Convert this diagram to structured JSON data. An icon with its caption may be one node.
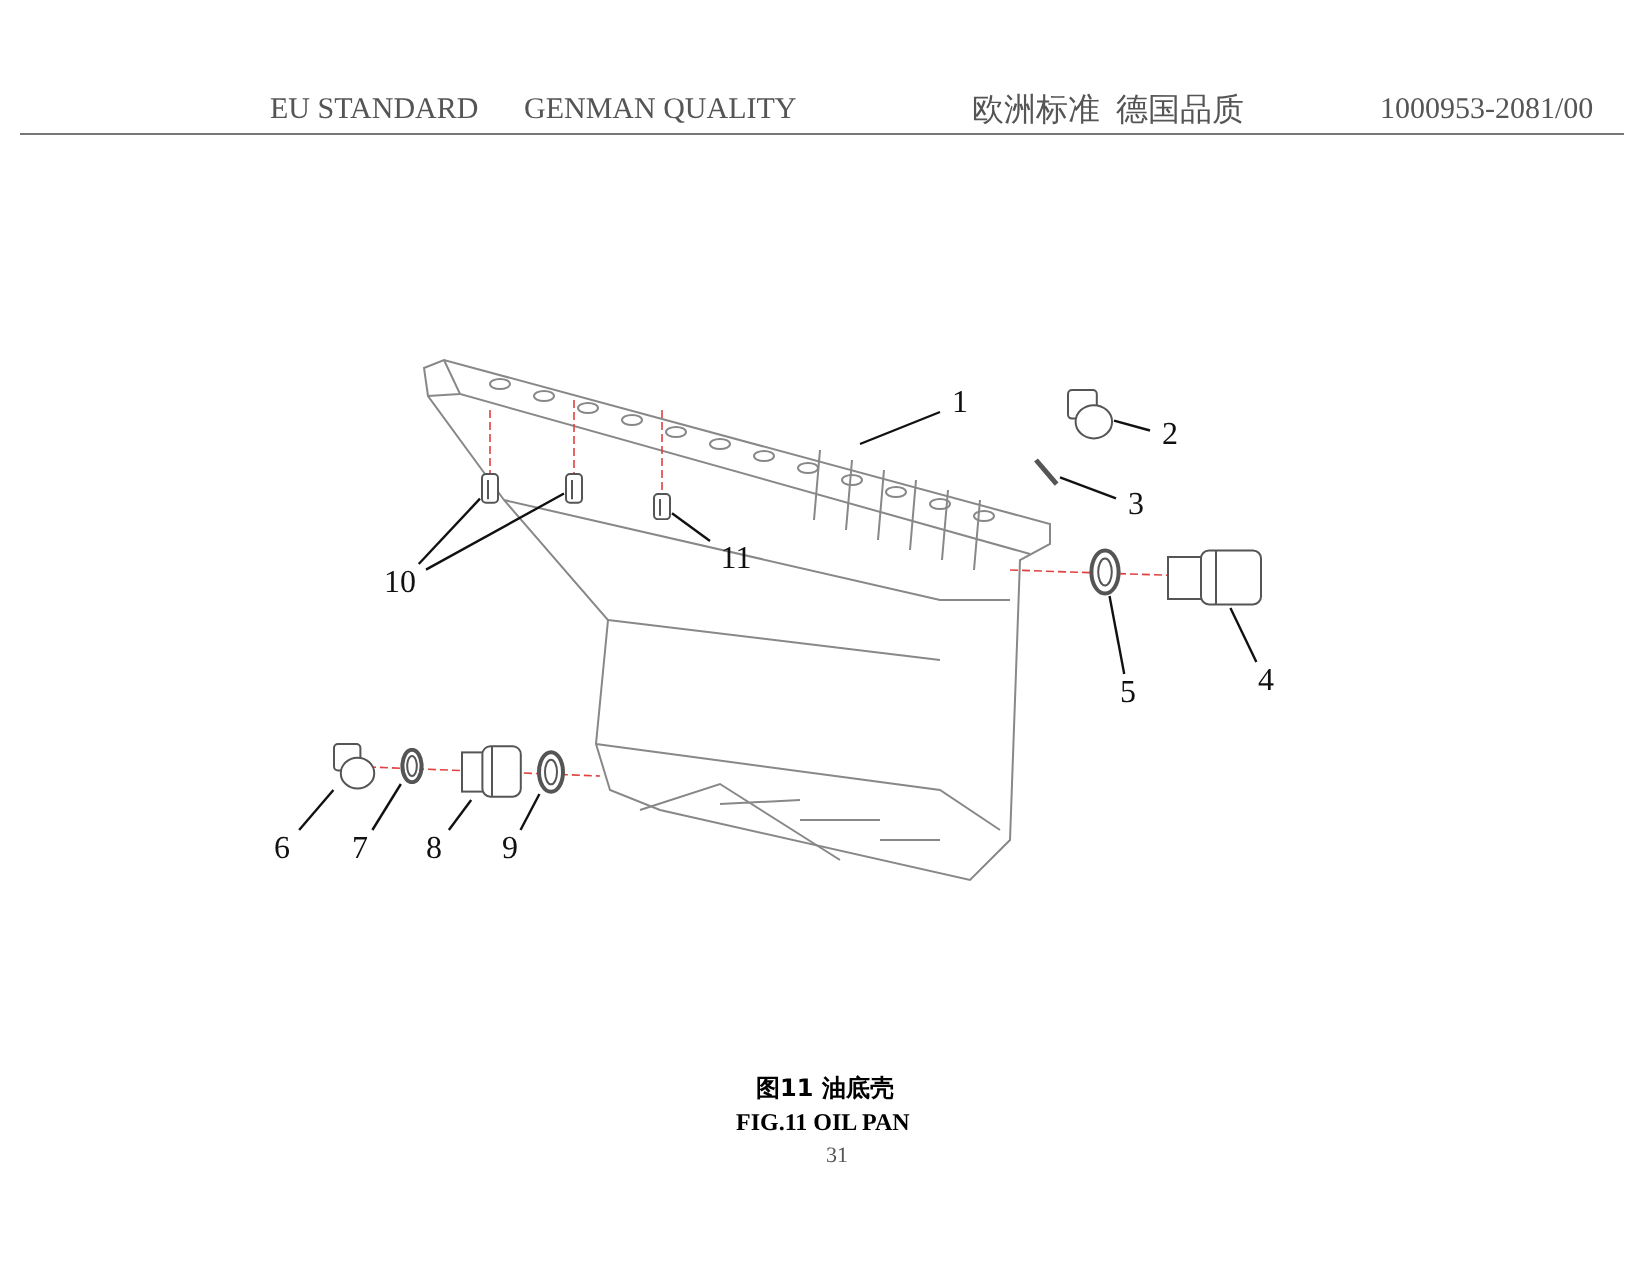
{
  "diagram": {
    "caption": "图11 油底壳",
    "nodes": [
      {
        "text": [
          "1"
        ]
      },
      {
        "text": [
          "2"
        ]
      },
      {
        "text": [
          "3"
        ]
      },
      {
        "text": [
          "4"
        ]
      },
      {
        "text": [
          "5"
        ]
      },
      {
        "text": [
          "6"
        ]
      },
      {
        "text": [
          "7"
        ]
      },
      {
        "text": [
          "8"
        ]
      },
      {
        "text": [
          "9"
        ]
      },
      {
        "text": [
          "10"
        ]
      },
      {
        "text": [
          "11"
        ]
      },
      {
        "text": [],
        "shape": "cylinder"
      },
      {
        "text": [],
        "shape": "bar"
      },
      {
        "text": [],
        "shape": "cylinder"
      },
      {
        "text": [],
        "shape": "circle"
      },
      {
        "text": [],
        "shape": "cylinder"
      },
      {
        "text": [],
        "shape": "circle"
      },
      {
        "text": [],
        "shape": "cylinder"
      },
      {
        "text": [],
        "shape": "circle"
      },
      {
        "text": [],
        "shape": "bar"
      },
      {
        "text": [],
        "shape": "bar"
      },
      {
        "text": [],
        "shape": "bar"
      }
    ],
    "edges": [
      {
        "from": 0,
        "to": null,
        "arrow": "none"
      },
      {
        "from": 1,
        "to": 11,
        "arrow": "none"
      },
      {
        "from": 2,
        "to": 12,
        "arrow": "none"
      },
      {
        "from": 3,
        "to": 13,
        "arrow": "none"
      },
      {
        "from": 4,
        "to": 14,
        "arrow": "none"
      },
      {
        "from": 5,
        "to": 15,
        "arrow": "none"
      },
      {
        "from": 6,
        "to": 16,
        "arrow": "none"
      },
      {
        "from": 7,
        "to": 17,
        "arrow": "none"
      },
      {
        "from": 8,
        "to": 18,
        "arrow": "none"
      },
      {
        "from": 9,
        "to": 19,
        "arrow": "none"
      },
      {
        "from": 9,
        "to": 20,
        "arrow": "none"
      },
      {
        "from": 10,
        "to": 21,
        "arrow": "none"
      }
    ],
    "labels": [
      "EU STANDARD",
      "GENMAN QUALITY",
      "欧洲标准",
      "德国品质",
      "1000953-2081/00",
      "FIG.11 OIL PAN",
      "31"
    ]
  }
}
